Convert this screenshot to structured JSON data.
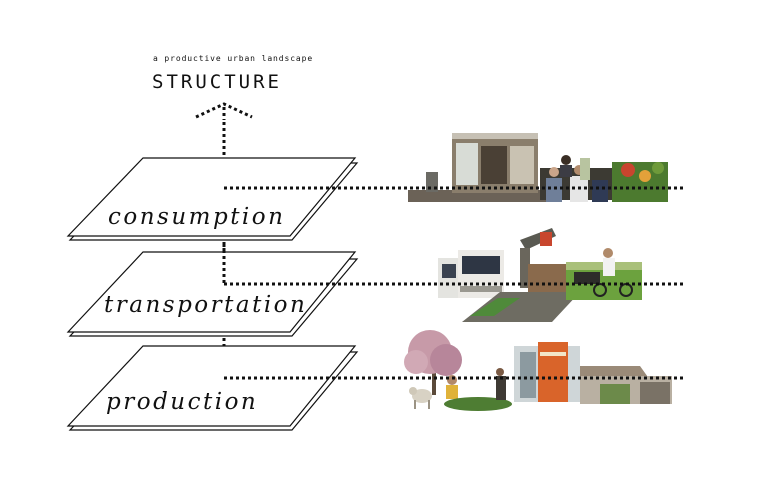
{
  "header": {
    "subtitle": "a productive urban landscape",
    "title": "STRUCTURE"
  },
  "layers": [
    {
      "label": "consumption",
      "image": "consumption-photo-collage"
    },
    {
      "label": "transportation",
      "image": "transportation-photo-collage"
    },
    {
      "label": "production",
      "image": "production-photo-collage"
    }
  ],
  "colors": {
    "ink": "#111111",
    "background": "#ffffff",
    "foliage": "#5f8f3a",
    "container_orange": "#d9642a"
  }
}
